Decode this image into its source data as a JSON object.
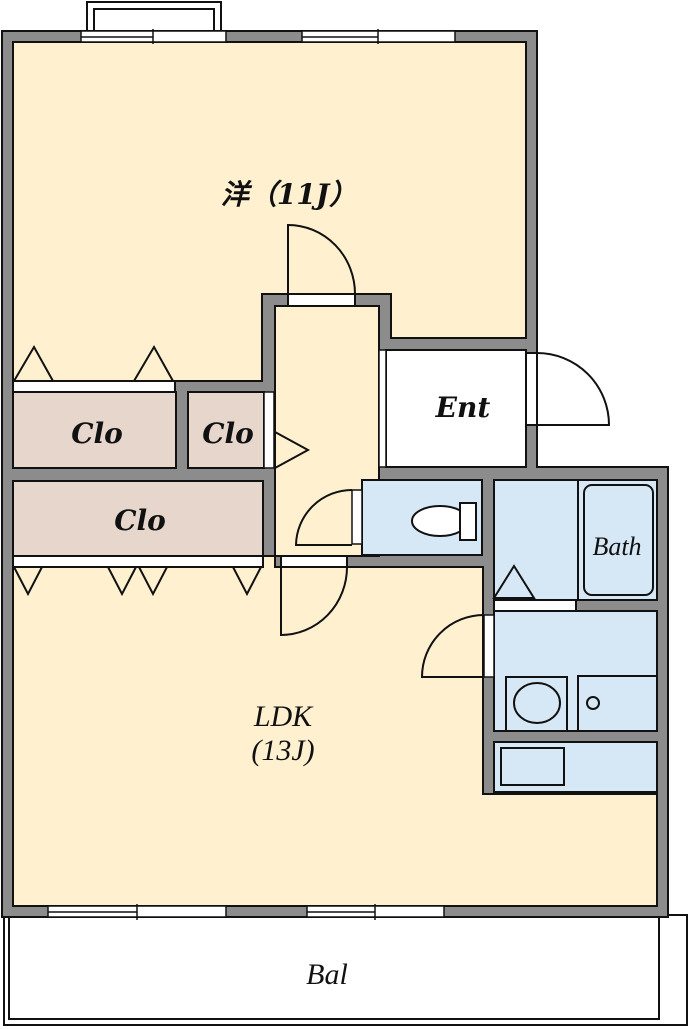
{
  "colors": {
    "wall": "#8c8c8c",
    "room_main": "#fff1cf",
    "closet": "#e6d6cc",
    "wet": "#d6e8f6",
    "outline": "#111111",
    "opening": "#ffffff"
  },
  "rooms": {
    "western": {
      "label": "洋（11J）"
    },
    "entrance": {
      "label": "Ent"
    },
    "closet_left": {
      "label": "Clo"
    },
    "closet_small": {
      "label": "Clo"
    },
    "closet_long": {
      "label": "Clo"
    },
    "bath": {
      "label": "Bath"
    },
    "ldk": {
      "label": "LDK",
      "size": "(13J)"
    },
    "balcony": {
      "label": "Bal"
    }
  }
}
